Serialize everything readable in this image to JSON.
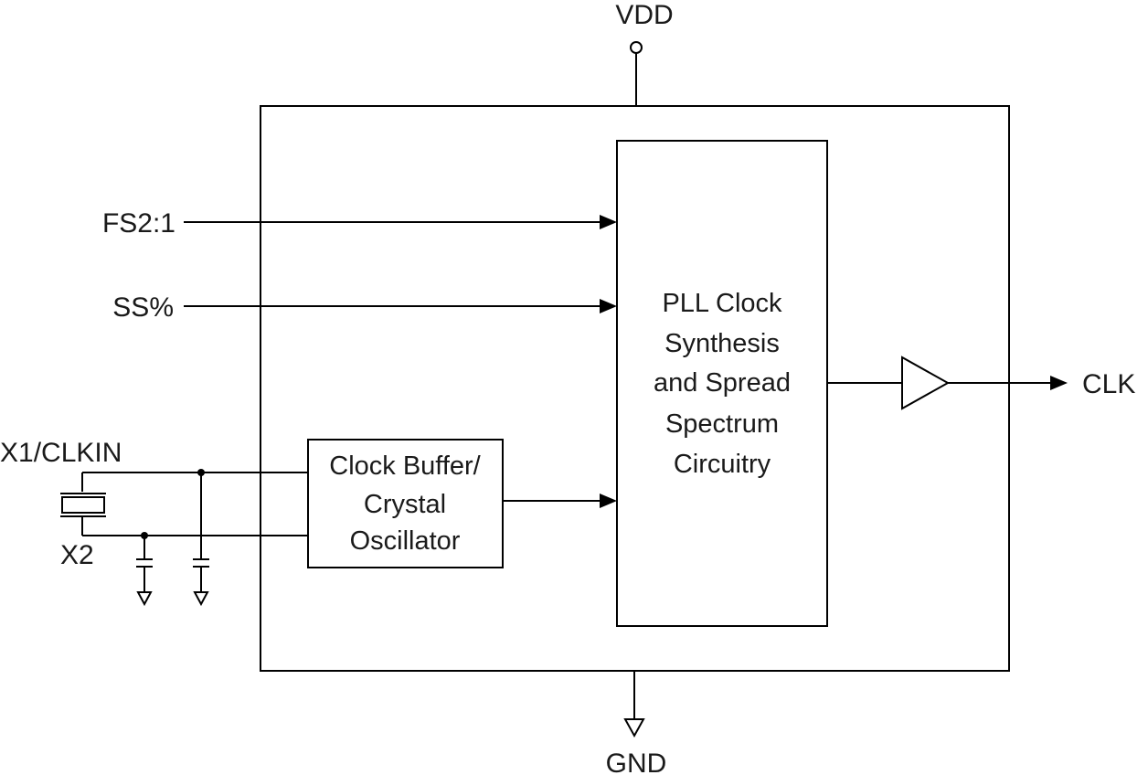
{
  "pins": {
    "vdd": "VDD",
    "gnd": "GND",
    "fs": "FS2:1",
    "ss": "SS%",
    "x1": "X1/CLKIN",
    "x2": "X2",
    "clk": "CLK"
  },
  "blocks": {
    "oscillator": [
      "Clock Buffer/",
      "Crystal",
      "Oscillator"
    ],
    "pll": [
      "PLL Clock",
      "Synthesis",
      "and Spread",
      "Spectrum",
      "Circuitry"
    ]
  },
  "colors": {
    "line": "#000000",
    "text": "#1a1a1a",
    "background": "#ffffff"
  }
}
